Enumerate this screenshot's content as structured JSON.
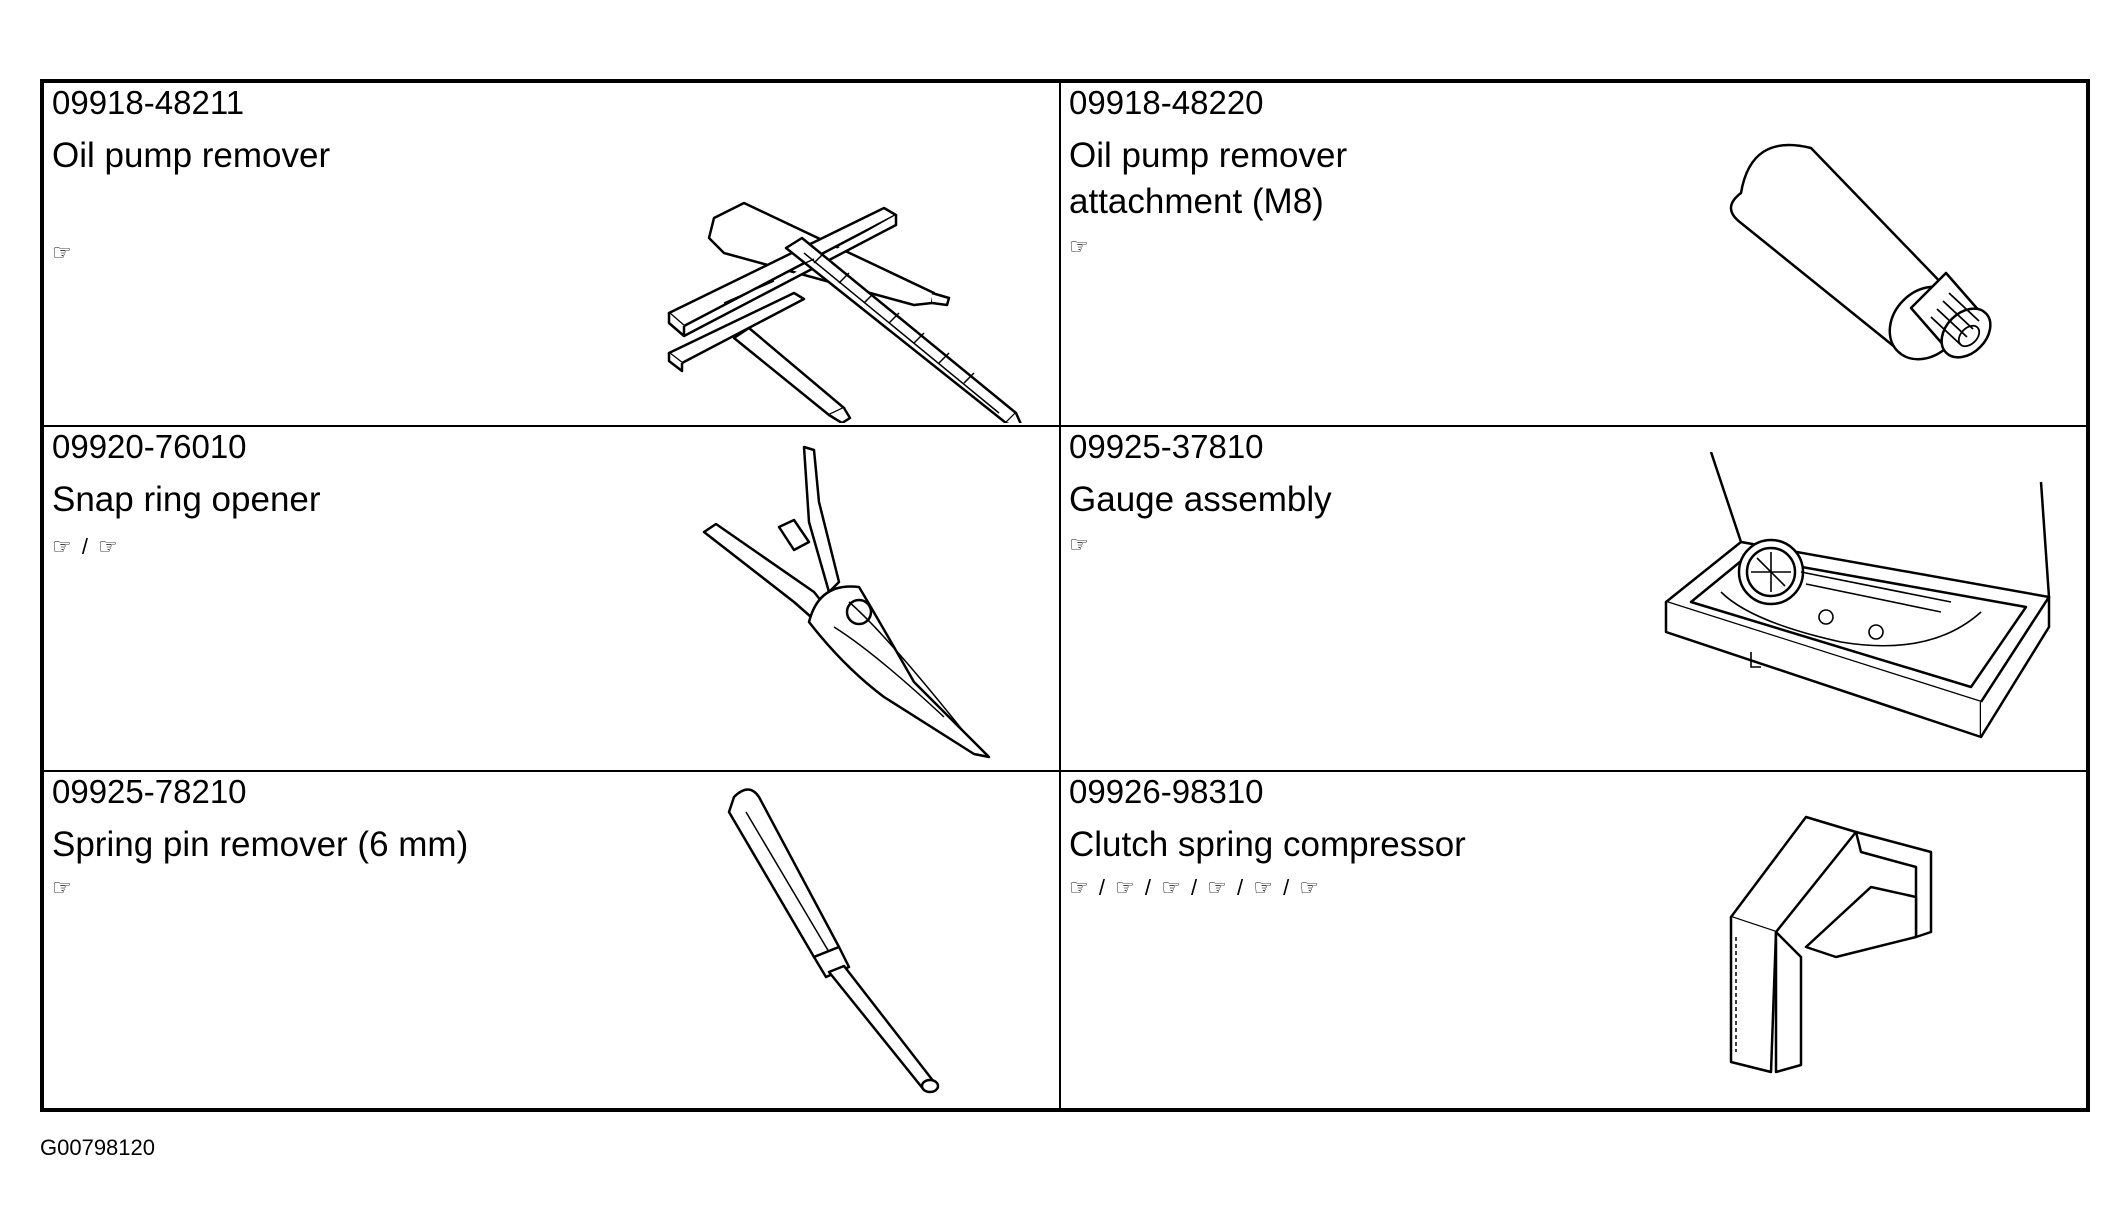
{
  "tools": [
    {
      "part_number": "09918-48211",
      "name": "Oil pump remover",
      "refs": "☞",
      "icon": "oil-pump-remover-icon"
    },
    {
      "part_number": "09918-48220",
      "name": "Oil pump remover\nattachment (M8)",
      "refs": "☞",
      "icon": "attachment-cylinder-icon"
    },
    {
      "part_number": "09920-76010",
      "name": "Snap ring opener",
      "refs": "☞ / ☞",
      "icon": "snap-ring-pliers-icon"
    },
    {
      "part_number": "09925-37810",
      "name": "Gauge assembly",
      "refs": "☞",
      "icon": "gauge-assembly-icon"
    },
    {
      "part_number": "09925-78210",
      "name": "Spring pin remover (6 mm)",
      "refs": "☞",
      "icon": "spring-pin-punch-icon"
    },
    {
      "part_number": "09926-98310",
      "name": "Clutch spring compressor",
      "refs": "☞ / ☞ / ☞ / ☞ / ☞ / ☞",
      "icon": "clutch-spring-compressor-icon"
    }
  ],
  "figure_id": "G00798120"
}
